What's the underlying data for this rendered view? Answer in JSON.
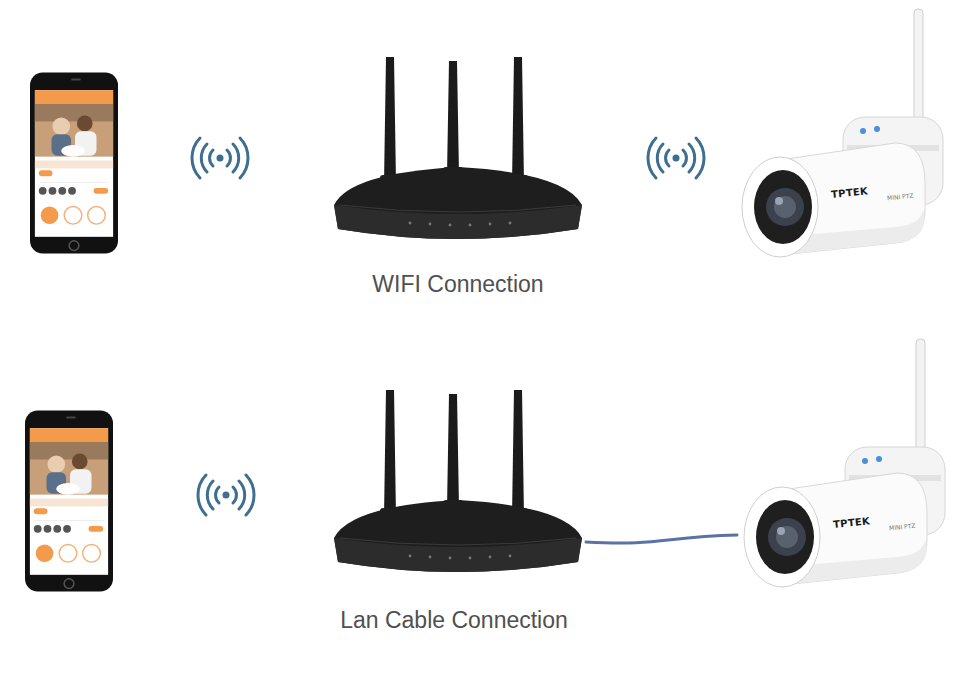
{
  "diagram": {
    "nodes": [
      {
        "text": [
          "WIFI Connection"
        ]
      },
      {
        "text": [
          "TPTEK",
          "MINI PTZ"
        ]
      },
      {
        "text": [
          "Lan Cable Connection"
        ]
      },
      {
        "text": [
          "TPTEK",
          "MINI PTZ"
        ]
      }
    ],
    "edges": [
      {
        "from": 2,
        "to": 3,
        "arrow": "none"
      }
    ]
  }
}
